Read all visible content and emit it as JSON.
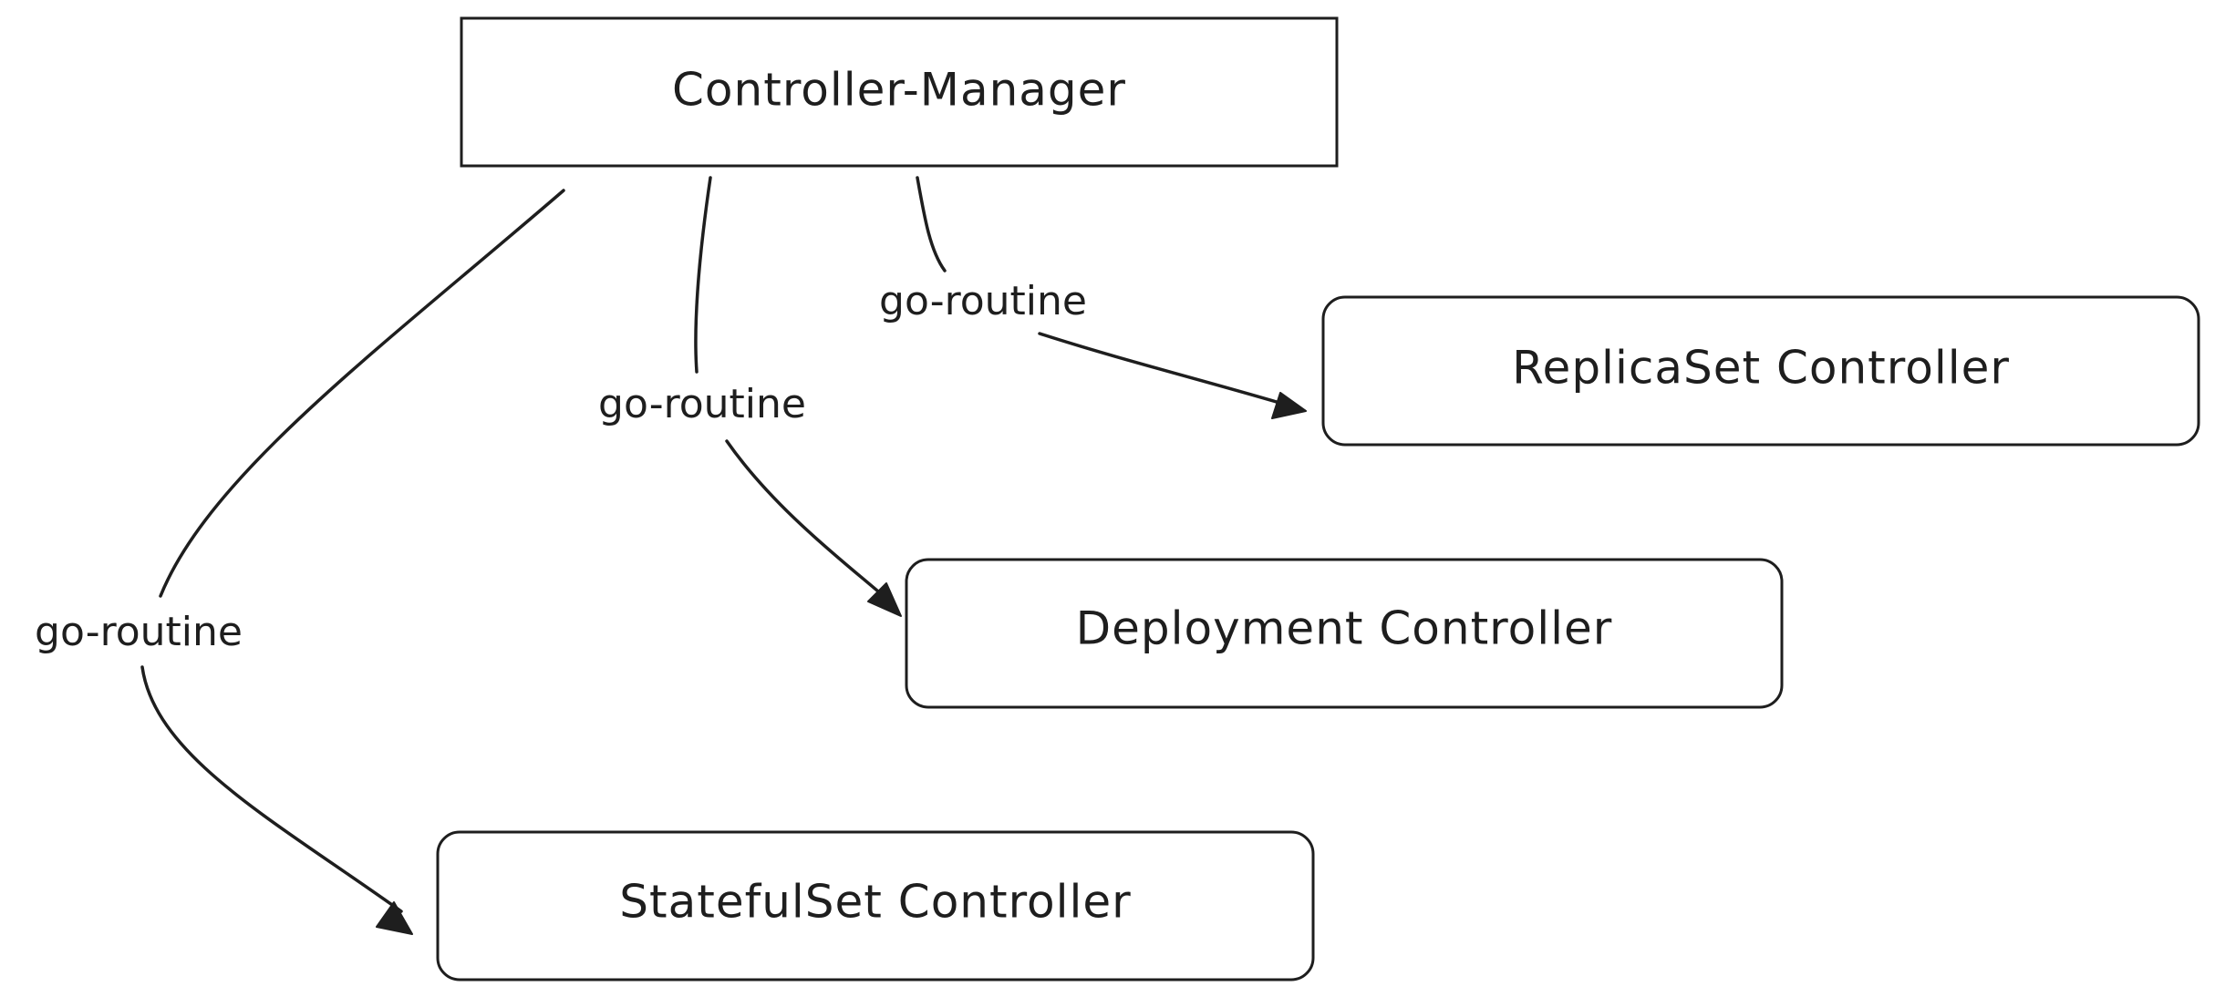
{
  "nodes": {
    "manager": {
      "label": "Controller-Manager"
    },
    "replicaset": {
      "label": "ReplicaSet Controller"
    },
    "deployment": {
      "label": "Deployment Controller"
    },
    "statefulset": {
      "label": "StatefulSet Controller"
    }
  },
  "edges": [
    {
      "label": "go-routine",
      "from": "Controller-Manager",
      "to": "StatefulSet Controller"
    },
    {
      "label": "go-routine",
      "from": "Controller-Manager",
      "to": "Deployment Controller"
    },
    {
      "label": "go-routine",
      "from": "Controller-Manager",
      "to": "ReplicaSet Controller"
    }
  ],
  "colors": {
    "stroke": "#1e1e1e",
    "background": "#ffffff"
  }
}
